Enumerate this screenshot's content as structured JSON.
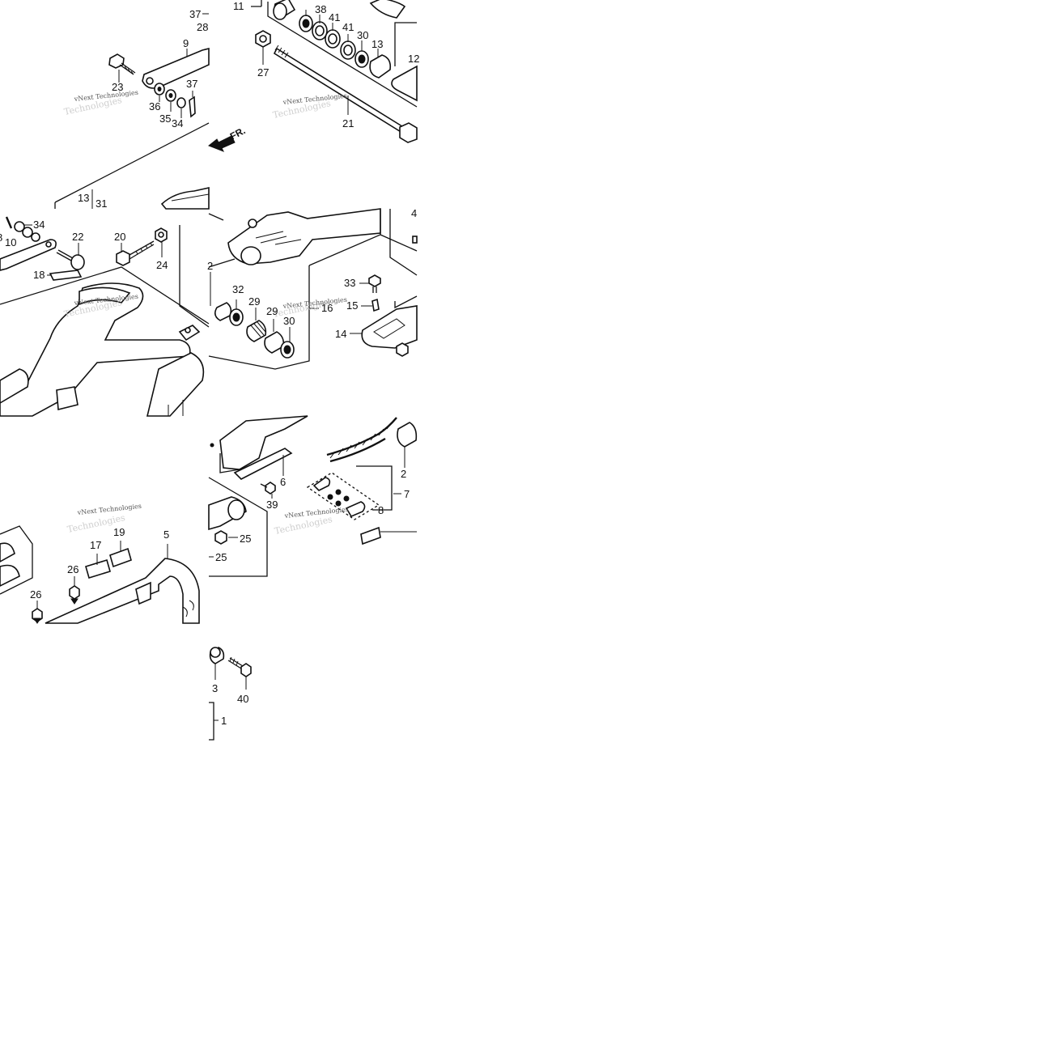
{
  "callouts": [
    {
      "id": "c37a",
      "text": "37"
    },
    {
      "id": "c28a",
      "text": "28"
    },
    {
      "id": "c9",
      "text": "9"
    },
    {
      "id": "c23",
      "text": "23"
    },
    {
      "id": "c37b",
      "text": "37"
    },
    {
      "id": "c36",
      "text": "36"
    },
    {
      "id": "c35",
      "text": "35"
    },
    {
      "id": "c34a",
      "text": "34"
    },
    {
      "id": "c13a",
      "text": "13"
    },
    {
      "id": "c31",
      "text": "31"
    },
    {
      "id": "c11",
      "text": "11"
    },
    {
      "id": "c38",
      "text": "38"
    },
    {
      "id": "c41a",
      "text": "41"
    },
    {
      "id": "c41b",
      "text": "41"
    },
    {
      "id": "c30a",
      "text": "30"
    },
    {
      "id": "c13b",
      "text": "13"
    },
    {
      "id": "c12",
      "text": "12"
    },
    {
      "id": "c27",
      "text": "27"
    },
    {
      "id": "c21",
      "text": "21"
    },
    {
      "id": "c34b",
      "text": "34"
    },
    {
      "id": "c10",
      "text": "10"
    },
    {
      "id": "c8",
      "text": "8"
    },
    {
      "id": "c22",
      "text": "22"
    },
    {
      "id": "c20",
      "text": "20"
    },
    {
      "id": "c24",
      "text": "24"
    },
    {
      "id": "c18",
      "text": "18"
    },
    {
      "id": "c2a",
      "text": "2"
    },
    {
      "id": "c32",
      "text": "32"
    },
    {
      "id": "c29a",
      "text": "29"
    },
    {
      "id": "c29b",
      "text": "29"
    },
    {
      "id": "c30b",
      "text": "30"
    },
    {
      "id": "c16",
      "text": "16"
    },
    {
      "id": "c33",
      "text": "33"
    },
    {
      "id": "c15",
      "text": "15"
    },
    {
      "id": "c14",
      "text": "14"
    },
    {
      "id": "c4",
      "text": "4"
    },
    {
      "id": "c17",
      "text": "17"
    },
    {
      "id": "c19",
      "text": "19"
    },
    {
      "id": "c5",
      "text": "5"
    },
    {
      "id": "c26a",
      "text": "26"
    },
    {
      "id": "c26b",
      "text": "26"
    },
    {
      "id": "c2b",
      "text": "2"
    },
    {
      "id": "c6",
      "text": "6"
    },
    {
      "id": "c7",
      "text": "7"
    },
    {
      "id": "c8b",
      "text": "8"
    },
    {
      "id": "c39",
      "text": "39"
    },
    {
      "id": "c25a",
      "text": "25"
    },
    {
      "id": "c25b",
      "text": "25"
    },
    {
      "id": "c3",
      "text": "3"
    },
    {
      "id": "c40",
      "text": "40"
    },
    {
      "id": "c1",
      "text": "1"
    }
  ],
  "direction_label": "FR.",
  "watermark": "vNext Technologies",
  "watermark_ghost": "Technologies"
}
